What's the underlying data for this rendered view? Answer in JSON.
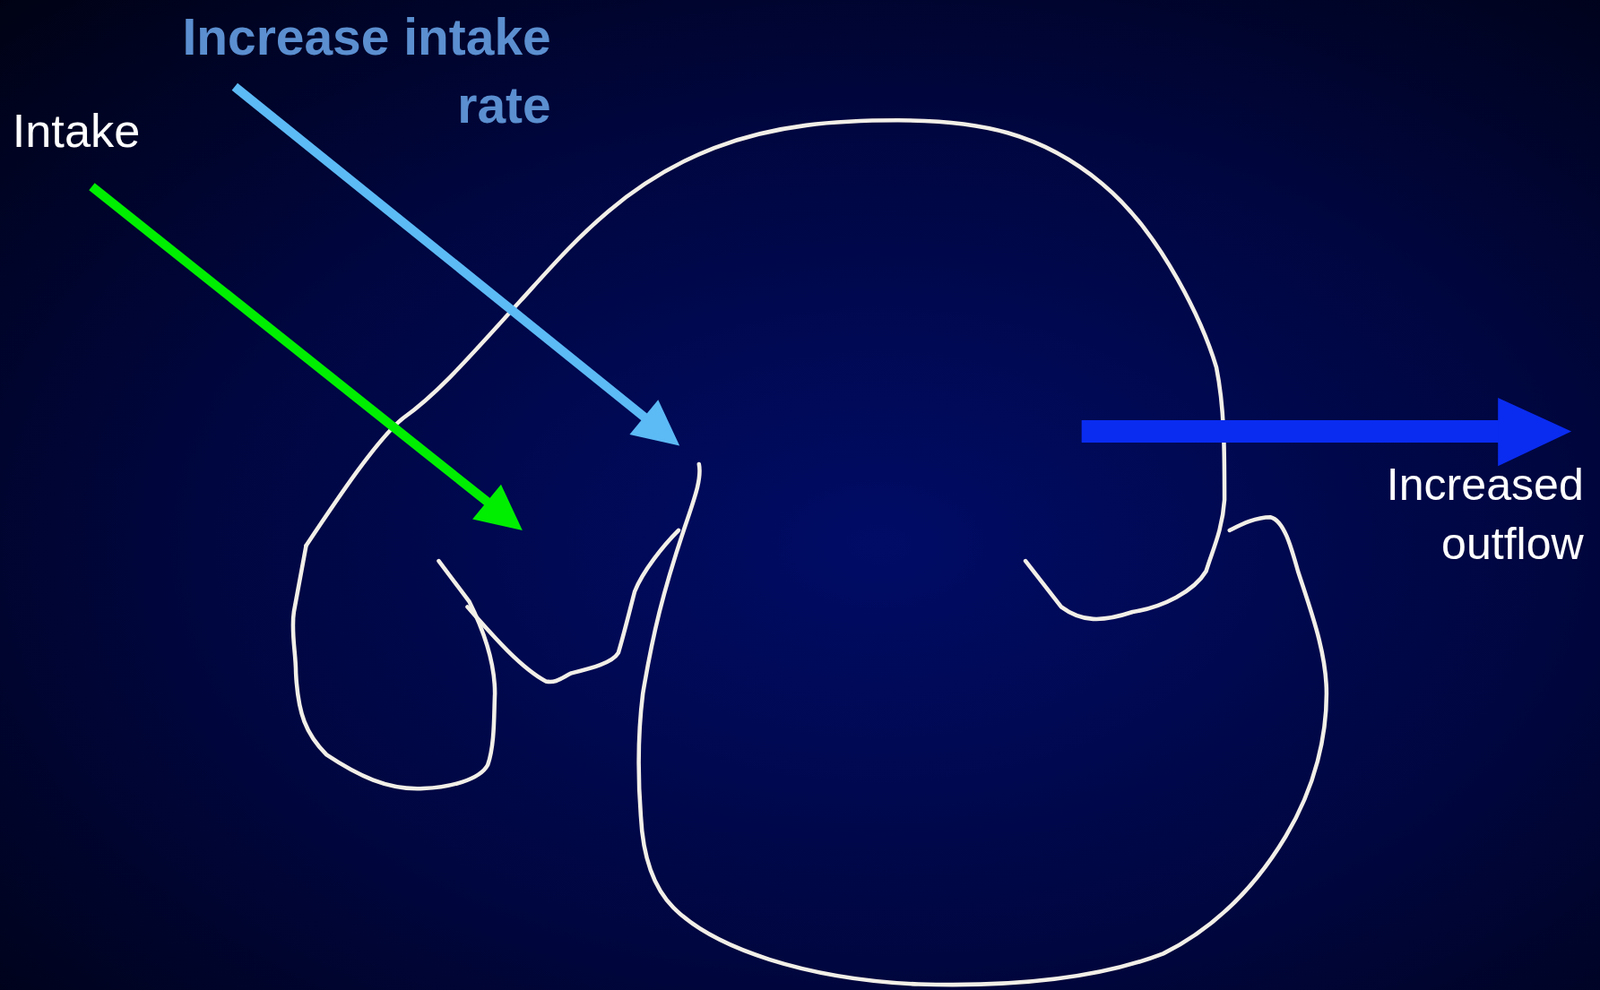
{
  "diagram": {
    "labels": [
      "Increase intake rate",
      "Intake",
      "Increased outflow"
    ]
  }
}
